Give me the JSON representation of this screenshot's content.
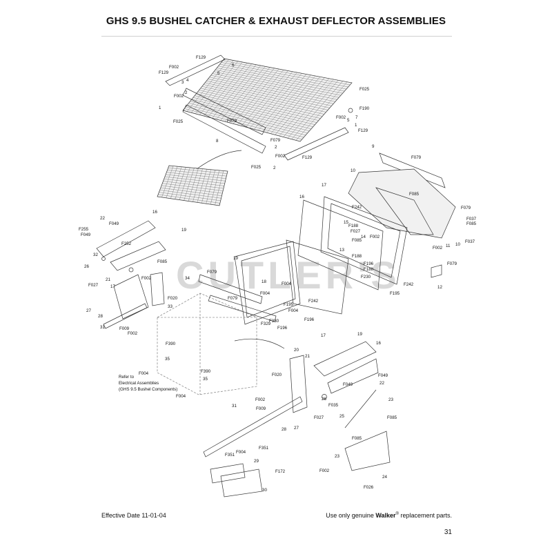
{
  "page": {
    "title": "GHS 9.5 BUSHEL CATCHER & EXHAUST DEFLECTOR ASSEMBLIES",
    "watermark": "CUTLER'S",
    "note": [
      "Refer to",
      "Electrical Assemblies",
      "(GHS 9.5 Bushel Components)"
    ],
    "footer": {
      "effective_date": "Effective Date 11-01-04",
      "replacement_prefix": "Use only genuine ",
      "brand": "Walker",
      "registered": "®",
      "replacement_suffix": " replacement parts."
    },
    "page_number": "31"
  },
  "callouts": {
    "screen": [
      "F129",
      "5",
      "F002",
      "F129",
      "6",
      "3",
      "4",
      "F002",
      "2",
      "1",
      "F025",
      "F190",
      "7",
      "F002",
      "5",
      "1",
      "F129",
      "F025",
      "F079",
      "8",
      "F079",
      "F002",
      "2",
      "F129",
      "F025",
      "2"
    ],
    "deflector": [
      "9",
      "F079",
      "10",
      "17",
      "F085",
      "16",
      "F242",
      "15",
      "F188",
      "F027",
      "14",
      "F002",
      "F085",
      "13",
      "F188",
      "F196",
      "F079",
      "F037",
      "F085",
      "F037",
      "F002",
      "11",
      "10",
      "F079",
      "12",
      "F188",
      "F230",
      "F242",
      "F195"
    ],
    "frame_left": [
      "22",
      "F049",
      "16",
      "F255",
      "F252",
      "19",
      "F049",
      "32",
      "26",
      "F085",
      "21",
      "F027",
      "17",
      "F002",
      "F020",
      "33",
      "27",
      "28",
      "F009",
      "31",
      "F002"
    ],
    "frame_center": [
      "19",
      "F079",
      "34",
      "18",
      "F004",
      "F079",
      "F004",
      "F195",
      "F242",
      "F004",
      "F196",
      "F330",
      "F329",
      "F196",
      "F390",
      "35",
      "F004",
      "F390",
      "35",
      "F004"
    ],
    "frame_right": [
      "17",
      "19",
      "16",
      "20",
      "21",
      "F020",
      "F049",
      "22",
      "26",
      "F035",
      "F049",
      "23",
      "F002",
      "F009",
      "F027",
      "28",
      "27",
      "25",
      "F085",
      "31",
      "F085",
      "23",
      "F351",
      "F351",
      "F004",
      "29",
      "F172",
      "24",
      "F002",
      "30",
      "F026"
    ]
  }
}
